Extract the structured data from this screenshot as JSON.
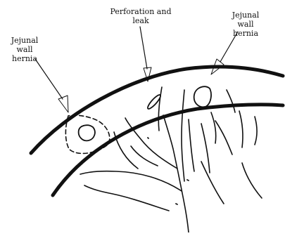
{
  "labels": {
    "left_hernia": "Jejunal wall\nhernia",
    "perforation": "Perforation and\nleak",
    "right_hernia": "Jejunal wall\nhernia"
  }
}
